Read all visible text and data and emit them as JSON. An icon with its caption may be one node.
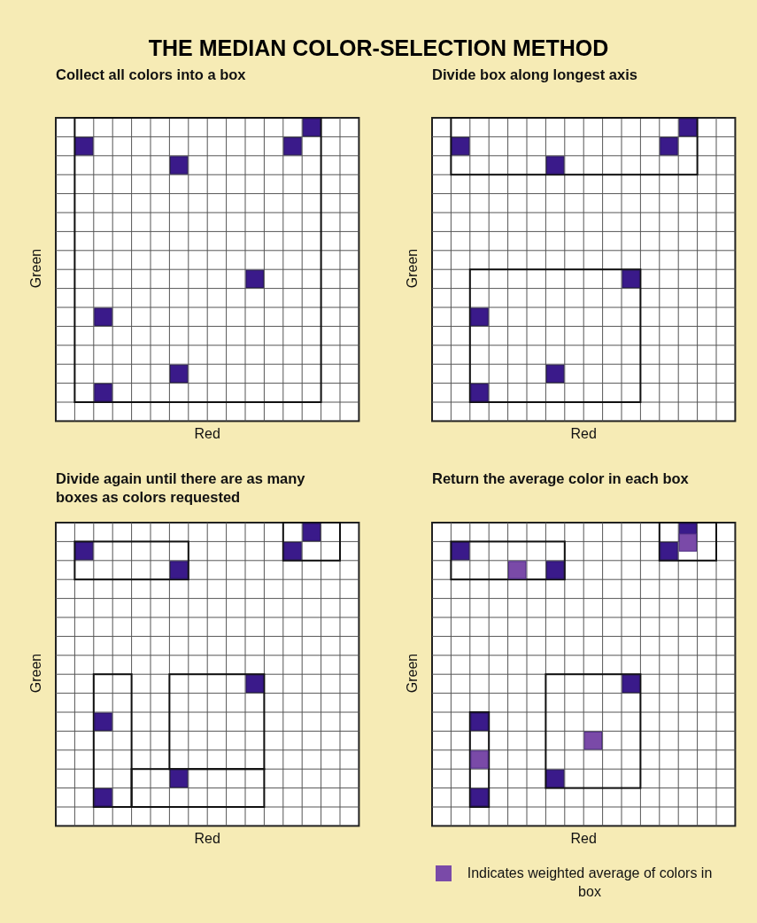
{
  "diagram": {
    "title": "THE MEDIAN COLOR-SELECTION METHOD",
    "labels": [
      "Collect all colors into a box",
      "Divide box along longest axis",
      "Green",
      "Green",
      "Red",
      "Red",
      "Divide again until there are as many boxes as colors requested",
      "Return the average color in each box",
      "Green",
      "Green",
      "Red",
      "Red"
    ],
    "legend": [
      {
        "text": "Indicates weighted average of colors in box",
        "color": "#7a4aa8"
      }
    ]
  }
}
